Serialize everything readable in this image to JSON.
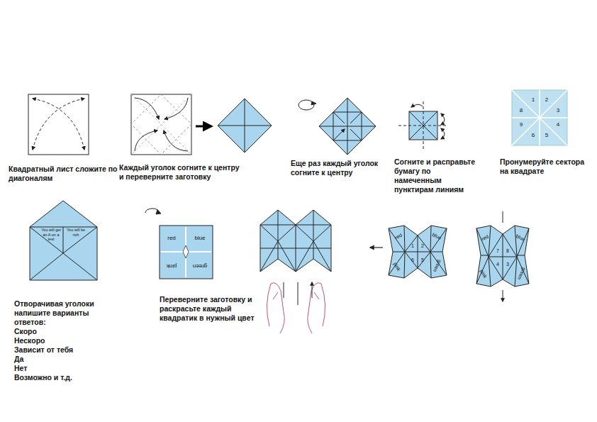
{
  "diagram": {
    "labels": [
      "Квадратный лист сложите по диагоналям",
      "Каждый уголок согните к центру и переверните заготовку",
      "Еще раз каждый уголок согните к центру",
      "Согните и расправьте бумагу по намеченным пунктирам линиям",
      "Пронумеруйте сектора на квадрате",
      "1",
      "2",
      "3",
      "4",
      "5",
      "6",
      "9",
      "8",
      "You will get an A on a test",
      "You will be rich",
      "Отворачивая уголоки напишите варианты ответов:",
      "Скоро",
      "Нескоро",
      "Зависит от тебя",
      "Да",
      "Нет",
      "Возможно и т.д.",
      "red",
      "blue",
      "pink",
      "green",
      "Переверните заготовку и раскрасьте каждый квадратик в нужный цвет",
      "red",
      "blue",
      "1",
      "2",
      "6",
      "5",
      "pink",
      "green",
      "red",
      "blue",
      "7",
      "8",
      "4",
      "3",
      "pink",
      "green"
    ]
  }
}
